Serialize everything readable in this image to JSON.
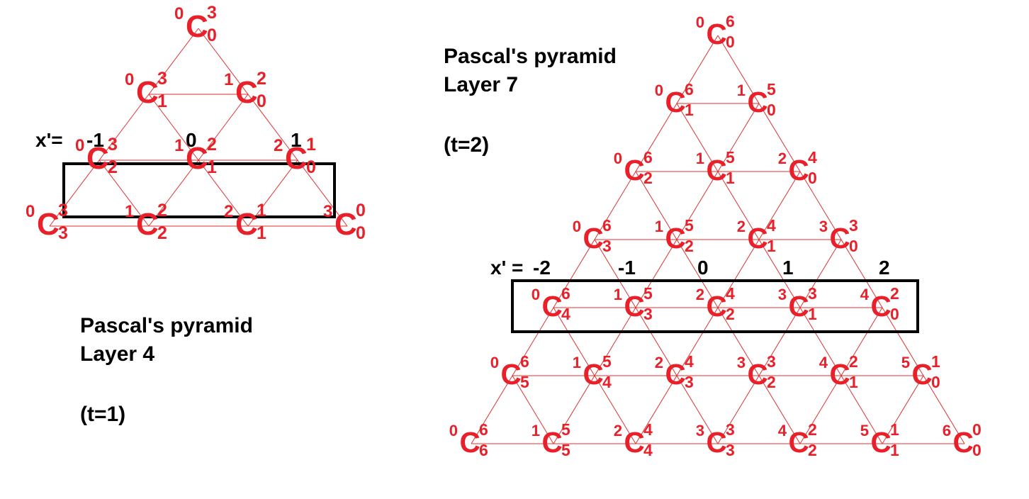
{
  "left": {
    "title": [
      "Pascal's pyramid",
      "Layer 4"
    ],
    "param": "(t=1)",
    "x_prefix": "x'=",
    "x_values": [
      "-1",
      "0",
      "1"
    ],
    "rows": [
      [
        [
          "0",
          "3",
          "0"
        ]
      ],
      [
        [
          "0",
          "3",
          "1"
        ],
        [
          "1",
          "2",
          "0"
        ]
      ],
      [
        [
          "0",
          "3",
          "2"
        ],
        [
          "1",
          "2",
          "1"
        ],
        [
          "2",
          "1",
          "0"
        ]
      ],
      [
        [
          "0",
          "3",
          "3"
        ],
        [
          "1",
          "2",
          "2"
        ],
        [
          "2",
          "1",
          "1"
        ],
        [
          "3",
          "0",
          "0"
        ]
      ]
    ]
  },
  "right": {
    "title": [
      "Pascal's pyramid",
      "Layer 7"
    ],
    "param": "(t=2)",
    "x_prefix": "x' =",
    "x_values": [
      "-2",
      "-1",
      "0",
      "1",
      "2"
    ],
    "rows": [
      [
        [
          "0",
          "6",
          "0"
        ]
      ],
      [
        [
          "0",
          "6",
          "1"
        ],
        [
          "1",
          "5",
          "0"
        ]
      ],
      [
        [
          "0",
          "6",
          "2"
        ],
        [
          "1",
          "5",
          "1"
        ],
        [
          "2",
          "4",
          "0"
        ]
      ],
      [
        [
          "0",
          "6",
          "3"
        ],
        [
          "1",
          "5",
          "2"
        ],
        [
          "2",
          "4",
          "1"
        ],
        [
          "3",
          "3",
          "0"
        ]
      ],
      [
        [
          "0",
          "6",
          "4"
        ],
        [
          "1",
          "5",
          "3"
        ],
        [
          "2",
          "4",
          "2"
        ],
        [
          "3",
          "3",
          "1"
        ],
        [
          "4",
          "2",
          "0"
        ]
      ],
      [
        [
          "0",
          "6",
          "5"
        ],
        [
          "1",
          "5",
          "4"
        ],
        [
          "2",
          "4",
          "3"
        ],
        [
          "3",
          "3",
          "2"
        ],
        [
          "4",
          "2",
          "1"
        ],
        [
          "5",
          "1",
          "0"
        ]
      ],
      [
        [
          "0",
          "6",
          "6"
        ],
        [
          "1",
          "5",
          "5"
        ],
        [
          "2",
          "4",
          "4"
        ],
        [
          "3",
          "3",
          "3"
        ],
        [
          "4",
          "2",
          "2"
        ],
        [
          "5",
          "1",
          "1"
        ],
        [
          "6",
          "0",
          "0"
        ]
      ]
    ]
  },
  "colors": {
    "term": "#e8202a",
    "line": "#e03030",
    "text": "#000000"
  },
  "glyph": "C"
}
